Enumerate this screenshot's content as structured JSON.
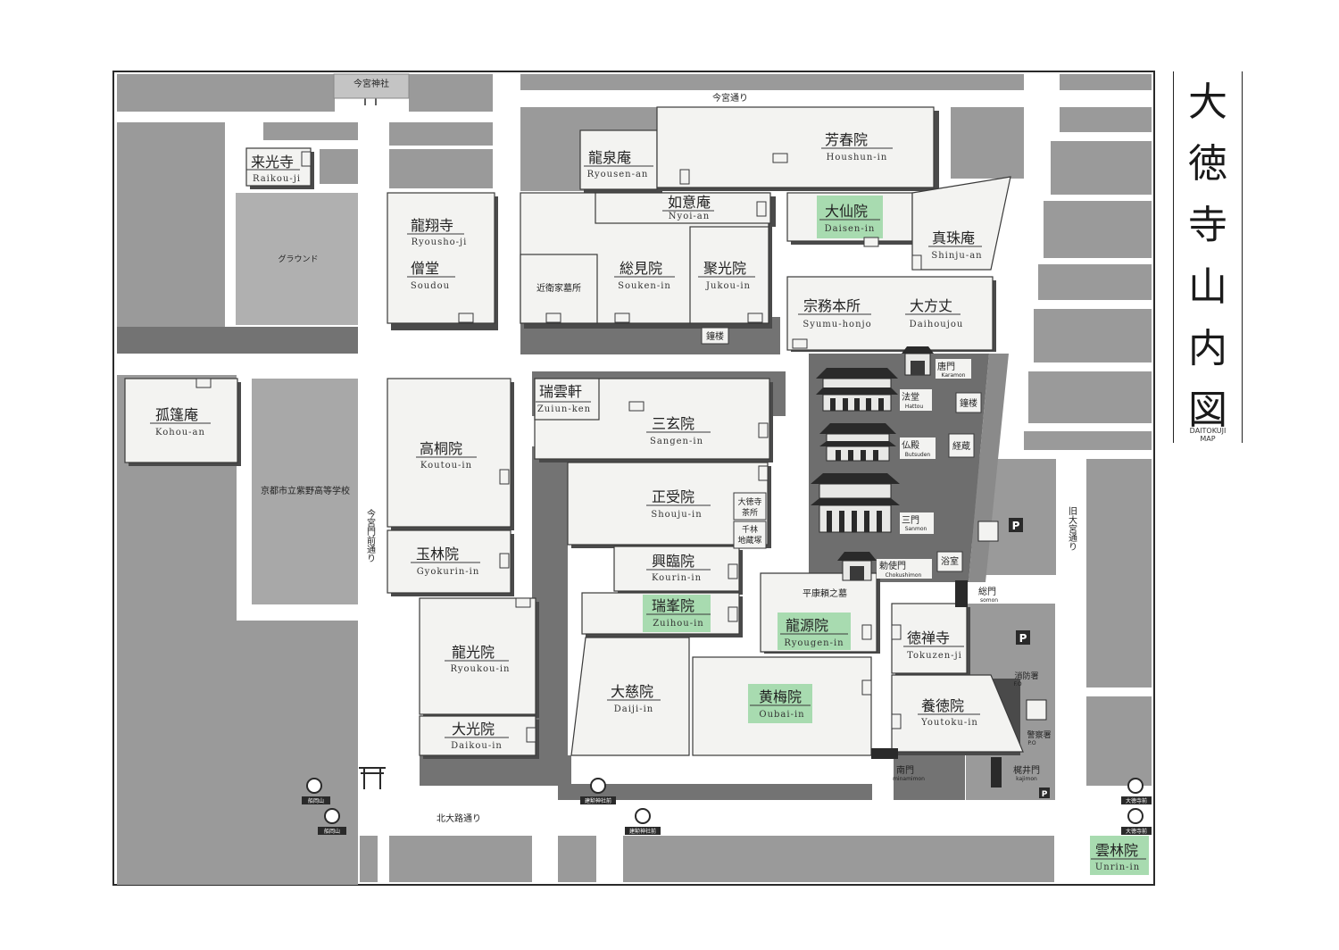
{
  "title": {
    "jp": "大徳寺山内図",
    "en_line1": "DAITOKUJI",
    "en_line2": "MAP"
  },
  "colors": {
    "temple_fill": "#f3f3f1",
    "open_temple": "#a8dbb0",
    "road": "#ffffff",
    "block": "#9a9a9a",
    "dark_block": "#707070",
    "precinct": "#6e6e6e"
  },
  "roads": {
    "imamiya_shrine": "今宮神社",
    "imamiya_dori": "今宮通り",
    "imamiya_monzen_dori": "今宮門前通り",
    "kitaoji_dori": "北大路通り",
    "kyu_omiya_dori": "旧大宮通り"
  },
  "landmarks": {
    "ground": "グラウンド",
    "konoe_tomb": "近衛家墓所",
    "murasakino_hs": "京都市立紫野高等学校",
    "taira_tomb": "平康頼之墓"
  },
  "temples": {
    "raikouji": {
      "jp": "来光寺",
      "ro": "Raikou-ji"
    },
    "ryousenan": {
      "jp": "龍泉庵",
      "ro": "Ryousen-an"
    },
    "houshunin": {
      "jp": "芳春院",
      "ro": "Houshun-in"
    },
    "nyoian": {
      "jp": "如意庵",
      "ro": "Nyoi-an"
    },
    "daisenin": {
      "jp": "大仙院",
      "ro": "Daisen-in"
    },
    "shinjuan": {
      "jp": "真珠庵",
      "ro": "Shinju-an"
    },
    "ryoushoji": {
      "jp": "龍翔寺",
      "ro": "Ryousho-ji"
    },
    "soudou": {
      "jp": "僧堂",
      "ro": "Soudou"
    },
    "soukenin": {
      "jp": "総見院",
      "ro": "Souken-in"
    },
    "jukouin": {
      "jp": "聚光院",
      "ro": "Jukou-in"
    },
    "syumuhonjo": {
      "jp": "宗務本所",
      "ro": "Syumu-honjo"
    },
    "daihoujou": {
      "jp": "大方丈",
      "ro": "Daihoujou"
    },
    "kohouan": {
      "jp": "孤篷庵",
      "ro": "Kohou-an"
    },
    "zuiunken": {
      "jp": "瑞雲軒",
      "ro": "Zuiun-ken"
    },
    "sangenin": {
      "jp": "三玄院",
      "ro": "Sangen-in"
    },
    "koutouin": {
      "jp": "高桐院",
      "ro": "Koutou-in"
    },
    "shoujuin": {
      "jp": "正受院",
      "ro": "Shouju-in"
    },
    "gyokurinin": {
      "jp": "玉林院",
      "ro": "Gyokurin-in"
    },
    "kourinin": {
      "jp": "興臨院",
      "ro": "Kourin-in"
    },
    "zuihouin": {
      "jp": "瑞峯院",
      "ro": "Zuihou-in"
    },
    "ryougenin": {
      "jp": "龍源院",
      "ro": "Ryougen-in"
    },
    "tokuzenji": {
      "jp": "徳禅寺",
      "ro": "Tokuzen-ji"
    },
    "ryoukouin": {
      "jp": "龍光院",
      "ro": "Ryoukou-in"
    },
    "daijiin": {
      "jp": "大慈院",
      "ro": "Daiji-in"
    },
    "oubaiin": {
      "jp": "黄梅院",
      "ro": "Oubai-in"
    },
    "youtokuin": {
      "jp": "養徳院",
      "ro": "Youtoku-in"
    },
    "daikouin": {
      "jp": "大光院",
      "ro": "Daikou-in"
    },
    "unrinin": {
      "jp": "雲林院",
      "ro": "Unrin-in"
    }
  },
  "precinct": {
    "karamon": {
      "jp": "唐門",
      "ro": "Karamon"
    },
    "hattou": {
      "jp": "法堂",
      "ro": "Hattou"
    },
    "butsuden": {
      "jp": "仏殿",
      "ro": "Butsuden"
    },
    "sanmon": {
      "jp": "三門",
      "ro": "Sanmon"
    },
    "chokushimon": {
      "jp": "勅使門",
      "ro": "Chokushimon"
    },
    "shourou_a": "鐘楼",
    "shourou_b": "鐘楼",
    "kyouzou": "経蔵",
    "yokushitsu": "浴室",
    "chashitsu_l1": "大徳寺",
    "chashitsu_l2": "茶所",
    "rikyu_l1": "千林",
    "rikyu_l2": "地蔵塚"
  },
  "gates": {
    "soumon": {
      "jp": "総門",
      "ro": "somon"
    },
    "nanmon": {
      "jp": "南門",
      "ro": "minamimon"
    },
    "kajimon": {
      "jp": "梶井門",
      "ro": "kajimon"
    }
  },
  "services": {
    "fire": {
      "jp": "消防署",
      "ro": "F.O"
    },
    "police": {
      "jp": "警察署",
      "ro": "P.O"
    },
    "parking": "P"
  },
  "bus_stops": {
    "funaokayama_a": "船岡山",
    "funaokayama_b": "船岡山",
    "kenkun_a": "建勲神社前",
    "kenkun_b": "建勲神社前",
    "daitokuji_a": "大徳寺前",
    "daitokuji_b": "大徳寺前"
  }
}
